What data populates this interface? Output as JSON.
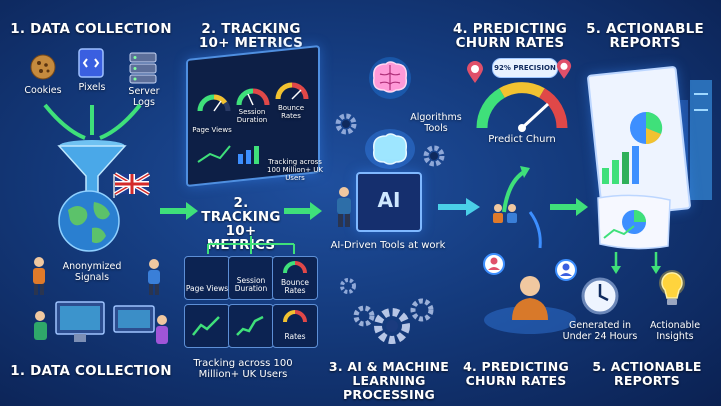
{
  "top": {
    "step1": "1. DATA COLLECTION",
    "step2": "2. TRACKING 10+ METRICS",
    "step4": "4. PREDICTING CHURN RATES",
    "step5": "5. ACTIONABLE REPORTS"
  },
  "sources": [
    "Cookies",
    "Pixels",
    "Server Logs"
  ],
  "anonymized": "Anonymized Signals",
  "dashboard": {
    "gauges": [
      "Page Views",
      "Session Duration",
      "Bounce Rates"
    ],
    "tracking": "Tracking across 100 Million+ UK Users"
  },
  "middle_step2": "2. TRACKING 10+ METRICS",
  "ai": {
    "algorithms": "Algorithms Tools",
    "chip": "AI",
    "caption": "AI-Driven Tools at work"
  },
  "predict": {
    "badge": "92% PRECISION",
    "label": "Predict Churn"
  },
  "metrics_tiles": [
    "Page Views",
    "Session Duration",
    "Bounce Rates",
    "",
    "",
    "Rates"
  ],
  "reports": {
    "generated": "Generated in Under 24 Hours",
    "insights": "Actionable Insights"
  },
  "bottom": {
    "step1": "1. DATA COLLECTION",
    "tracking": "Tracking across 100 Million+ UK Users",
    "step3": "3. AI & MACHINE LEARNING PROCESSING",
    "step4": "4. PREDICTING CHURN RATES",
    "step5": "5. ACTIONABLE REPORTS"
  },
  "colors": {
    "accent_green": "#3fe07a",
    "accent_blue": "#3d8fff",
    "bg": "#143a7c"
  }
}
